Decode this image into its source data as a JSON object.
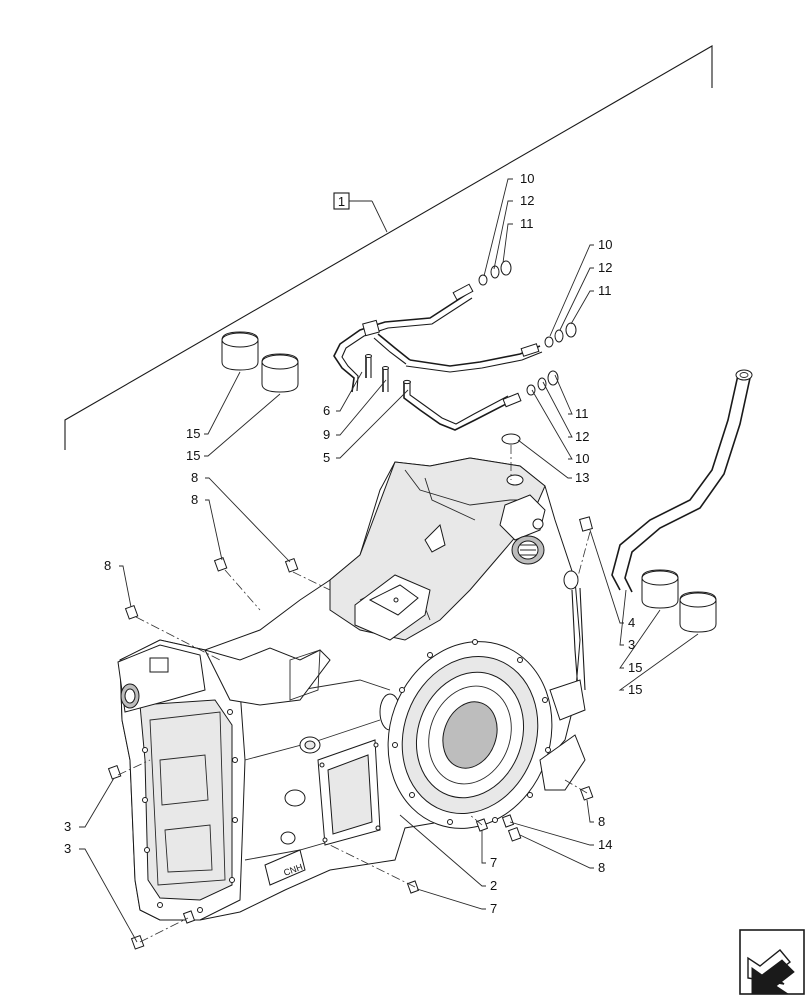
{
  "callouts": {
    "group": "1",
    "c10a": "10",
    "c12a": "12",
    "c11a": "11",
    "c10b": "10",
    "c12b": "12",
    "c11b": "11",
    "c11c": "11",
    "c12c": "12",
    "c10c": "10",
    "c13": "13",
    "c6": "6",
    "c9": "9",
    "c5": "5",
    "c15a": "15",
    "c15b": "15",
    "c8a": "8",
    "c8b": "8",
    "c8c": "8",
    "c4": "4",
    "c3a": "3",
    "c15c": "15",
    "c15d": "15",
    "c8d": "8",
    "c14": "14",
    "c8e": "8",
    "c7a": "7",
    "c2": "2",
    "c7b": "7",
    "c3b": "3",
    "c3c": "3"
  },
  "icons": {
    "nav": "next-page-arrow-icon"
  },
  "colors": {
    "line": "#1a1a1a",
    "background": "#ffffff"
  }
}
